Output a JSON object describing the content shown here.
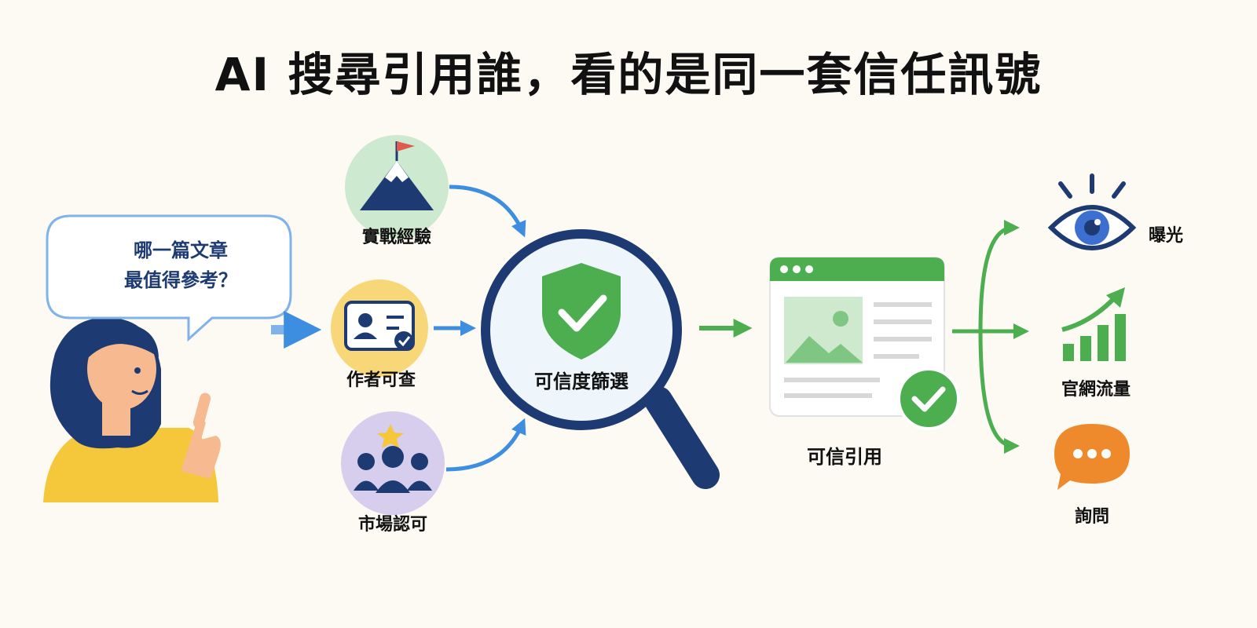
{
  "title": "AI 搜尋引用誰，看的是同一套信任訊號",
  "question": {
    "line1": "哪一篇文章",
    "line2": "最值得參考？"
  },
  "signals": [
    {
      "label": "實戰經驗",
      "icon": "mountain-flag-icon"
    },
    {
      "label": "作者可查",
      "icon": "id-card-icon"
    },
    {
      "label": "市場認可",
      "icon": "people-star-icon"
    }
  ],
  "filter": {
    "label": "可信度篩選",
    "icon": "magnifier-shield-icon"
  },
  "citation": {
    "label": "可信引用",
    "icon": "webpage-check-icon"
  },
  "outcomes": [
    {
      "label": "曝光",
      "icon": "eye-icon"
    },
    {
      "label": "官網流量",
      "icon": "growth-chart-icon"
    },
    {
      "label": "詢問",
      "icon": "chat-bubble-icon"
    }
  ],
  "colors": {
    "blue": "#3d8de0",
    "green": "#4cae4f",
    "navy": "#1d3b72",
    "orange": "#ef8a2c",
    "yellow": "#f5c73a"
  }
}
